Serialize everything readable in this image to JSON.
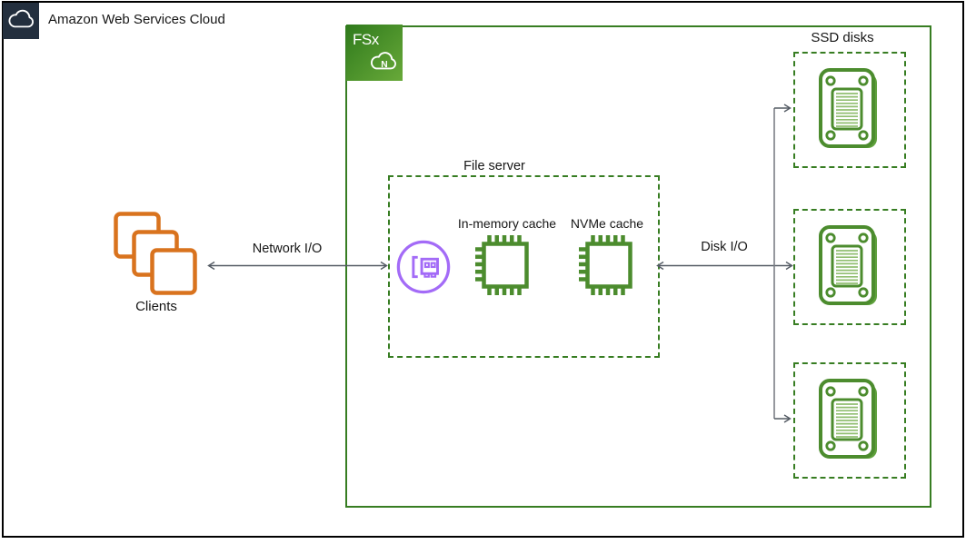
{
  "header": {
    "title": "Amazon Web Services Cloud"
  },
  "fsx_icon": {
    "label": "FSx",
    "cloud_letter": "N"
  },
  "clients": {
    "label": "Clients"
  },
  "file_server": {
    "title": "File server",
    "in_memory_label": "In-memory cache",
    "nvme_label": "NVMe cache"
  },
  "flows": {
    "network_io": "Network I/O",
    "disk_io": "Disk I/O"
  },
  "ssd": {
    "title": "SSD disks",
    "disk_count": 3
  },
  "icons": {
    "aws_badge": "aws-cloud-icon",
    "fsx": "fsx-netapp-ontap-icon",
    "clients": "stacked-clients-icon",
    "nic": "network-interface-card-icon",
    "cache": "memory-chip-icon",
    "disk": "ssd-disk-icon"
  },
  "colors": {
    "border_green": "#377D22",
    "icon_green": "#4C8C2E",
    "light_green_lines": "#90BE70",
    "disk_shadow_green": "#5FA13C",
    "fsx_gradient_start": "#2f7a1c",
    "fsx_gradient_end": "#68a939",
    "orange": "#D9731E",
    "purple": "#A36BF7",
    "navy": "#232F3E",
    "arrow_gray": "#545B64",
    "black": "#000000"
  }
}
